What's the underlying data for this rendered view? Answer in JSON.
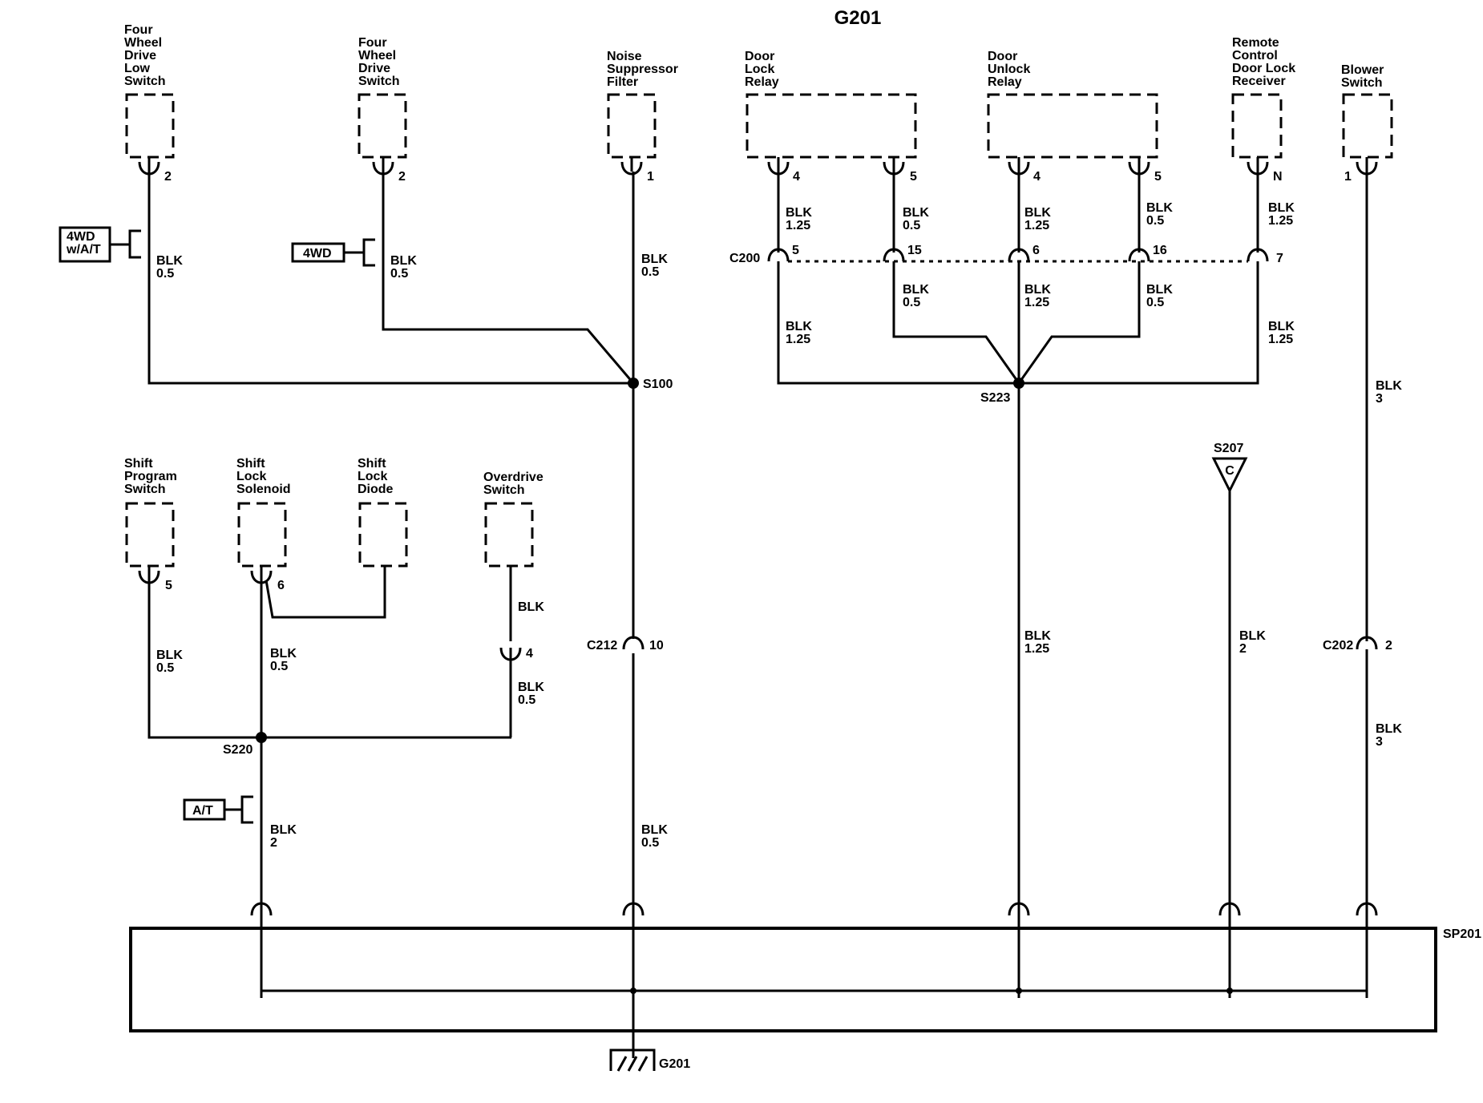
{
  "title": "G201",
  "components": {
    "fwd_low": "Four\nWheel\nDrive\nLow\nSwitch",
    "fwd": "Four\nWheel\nDrive\nSwitch",
    "noise": "Noise\nSuppressor\nFilter",
    "lock_relay": "Door\nLock\nRelay",
    "unlock_relay": "Door\nUnlock\nRelay",
    "remote": "Remote\nControl\nDoor Lock\nReceiver",
    "blower": "Blower\nSwitch",
    "shift_prog": "Shift\nProgram\nSwitch",
    "shift_sol": "Shift\nLock\nSolenoid",
    "shift_diode": "Shift\nLock\nDiode",
    "overdrive": "Overdrive\nSwitch"
  },
  "pins": {
    "fwd_low": "2",
    "fwd": "2",
    "noise": "1",
    "lock_a": "4",
    "lock_b": "5",
    "unlock_a": "4",
    "unlock_b": "5",
    "remote": "N",
    "blower": "1",
    "shift_prog": "5",
    "shift_sol": "6",
    "overdrive": "4",
    "c200_a": "5",
    "c200_b": "15",
    "c200_c": "6",
    "c200_d": "16",
    "c200_e": "7",
    "c212": "10",
    "c202": "2"
  },
  "options": {
    "fwd_at": "4WD\nw/A/T",
    "fwd": "4WD",
    "at": "A/T"
  },
  "wires": {
    "w_fwdlow": "BLK\n0.5",
    "w_fwd": "BLK\n0.5",
    "w_noise": "BLK\n0.5",
    "w_lock_a": "BLK\n1.25",
    "w_lock_b": "BLK\n0.5",
    "w_unlock_a": "BLK\n1.25",
    "w_unlock_b": "BLK\n0.5",
    "w_remote": "BLK\n1.25",
    "w_lock_a2": "BLK\n1.25",
    "w_lock_b2": "BLK\n0.5",
    "w_unlock_a2": "BLK\n1.25",
    "w_unlock_b2": "BLK\n0.5",
    "w_remote2": "BLK\n1.25",
    "w_blower": "BLK\n3",
    "w_blower2": "BLK\n3",
    "w_s207": "BLK\n2",
    "w_s223": "BLK\n1.25",
    "w_noise2": "BLK\n0.5",
    "w_shiftprog": "BLK\n0.5",
    "w_shiftsol": "BLK\n0.5",
    "w_od_top": "BLK",
    "w_od": "BLK\n0.5",
    "w_s220": "BLK\n2"
  },
  "splices": {
    "s100": "S100",
    "s223": "S223",
    "s220": "S220",
    "s207": "S207",
    "s207_letter": "C",
    "sp201": "SP201"
  },
  "connectors": {
    "c200": "C200",
    "c212": "C212",
    "c202": "C202"
  },
  "ground": "G201"
}
